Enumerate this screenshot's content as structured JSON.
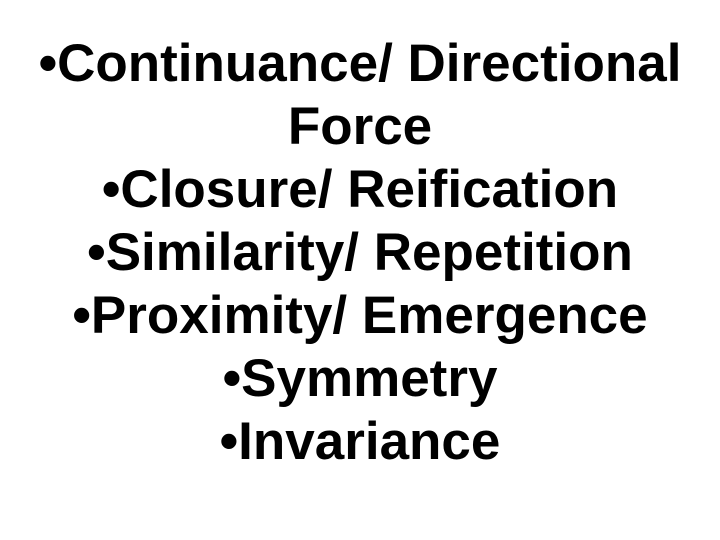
{
  "slide": {
    "background_color": "#ffffff",
    "text_color": "#000000",
    "bullet_char": "•",
    "bullets": [
      "Continuance/ Directional Force",
      "Closure/ Reification",
      "Similarity/ Repetition",
      "Proximity/ Emergence",
      "Symmetry",
      "Invariance"
    ]
  }
}
